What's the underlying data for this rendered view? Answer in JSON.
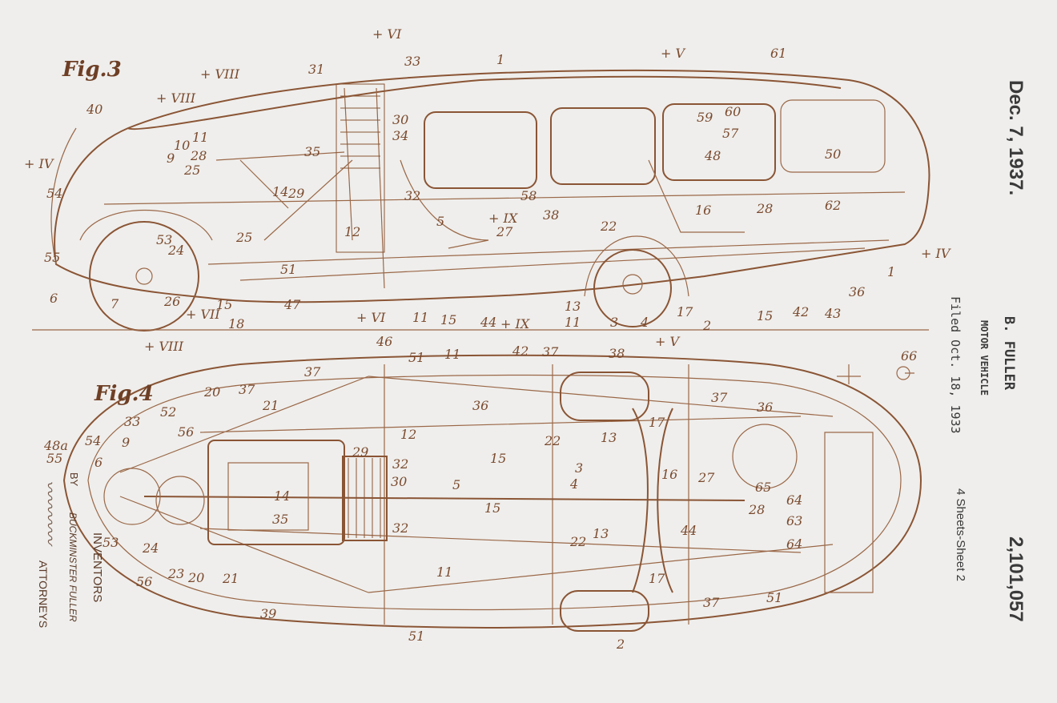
{
  "header": {
    "date": "Dec. 7, 1937.",
    "inventor": "B. FULLER",
    "title": "MOTOR VEHICLE",
    "filed": "Filed Oct. 18, 1933",
    "sheets": "4 Sheets-Sheet 2",
    "patent_number": "2,101,057"
  },
  "figures": {
    "fig3": "Fig.3",
    "fig4": "Fig.4"
  },
  "attribution": {
    "by": "BY",
    "inventor_name": "BUCKMINSTER FULLER",
    "inventors_label": "INVENTORS",
    "attorneys_label": "ATTORNEYS"
  },
  "fig3_labels": [
    "31",
    "33",
    "1",
    "61",
    "40",
    "11",
    "10",
    "9",
    "28",
    "25",
    "35",
    "30",
    "34",
    "59",
    "60",
    "57",
    "48",
    "50",
    "54",
    "14",
    "29",
    "32",
    "58",
    "16",
    "28",
    "62",
    "55",
    "5",
    "27",
    "38",
    "22",
    "12",
    "53",
    "24",
    "25",
    "51",
    "6",
    "7",
    "26",
    "15",
    "47",
    "18",
    "46",
    "11",
    "15",
    "44",
    "11",
    "13",
    "3",
    "4",
    "17",
    "2",
    "15",
    "42",
    "43",
    "36",
    "1"
  ],
  "fig4_labels": [
    "51",
    "11",
    "42",
    "37",
    "38",
    "36",
    "20",
    "37",
    "21",
    "37",
    "33",
    "52",
    "54",
    "9",
    "56",
    "48a",
    "55",
    "6",
    "12",
    "15",
    "22",
    "13",
    "17",
    "37",
    "36",
    "66",
    "29",
    "32",
    "14",
    "30",
    "5",
    "3",
    "4",
    "16",
    "27",
    "65",
    "28",
    "64",
    "63",
    "64",
    "35",
    "32",
    "15",
    "44",
    "53",
    "24",
    "23",
    "20",
    "21",
    "22",
    "13",
    "17",
    "11",
    "51",
    "56",
    "2",
    "37",
    "51",
    "39"
  ],
  "section_markers": [
    "VIII",
    "VIII",
    "VI",
    "V",
    "IV",
    "IX",
    "VII",
    "VI",
    "IX",
    "VIII",
    "V",
    "IV"
  ]
}
